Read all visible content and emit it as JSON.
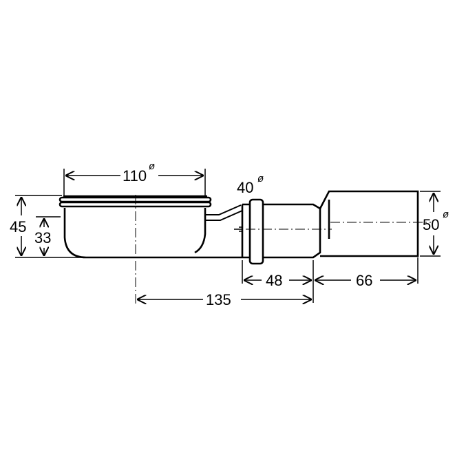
{
  "dimensions": {
    "bowl_diameter": "110",
    "outlet_diameter": "40",
    "pipe_diameter": "50",
    "total_height": "45",
    "water_seal": "33",
    "center_to_outlet": "135",
    "outlet_length": "48",
    "pipe_length": "66",
    "diameter_symbol": "ø"
  },
  "colors": {
    "line": "#000000",
    "background": "#ffffff"
  }
}
